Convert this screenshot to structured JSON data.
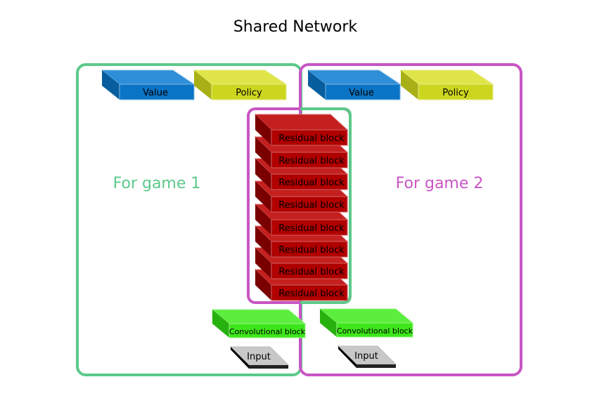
{
  "title": "Shared Network",
  "labels": {
    "game1": "For game 1",
    "game2": "For game 2"
  },
  "heads": {
    "game1": {
      "value": "Value",
      "policy": "Policy"
    },
    "game2": {
      "value": "Value",
      "policy": "Policy"
    }
  },
  "residual_blocks": [
    "Residual block",
    "Residual block",
    "Residual block",
    "Residual block",
    "Residual block",
    "Residual block",
    "Residual block",
    "Residual block"
  ],
  "conv": {
    "game1": "Convolutional block",
    "game2": "Convolutional block"
  },
  "input": {
    "game1": "Input",
    "game2": "Input"
  },
  "colors": {
    "game1_border": "#5cc98a",
    "game2_border": "#c855c4",
    "value": "#0a74c6",
    "policy": "#cdd61f",
    "residual": "#b00000",
    "conv": "#3de61a",
    "input": "#c8c8c8"
  }
}
